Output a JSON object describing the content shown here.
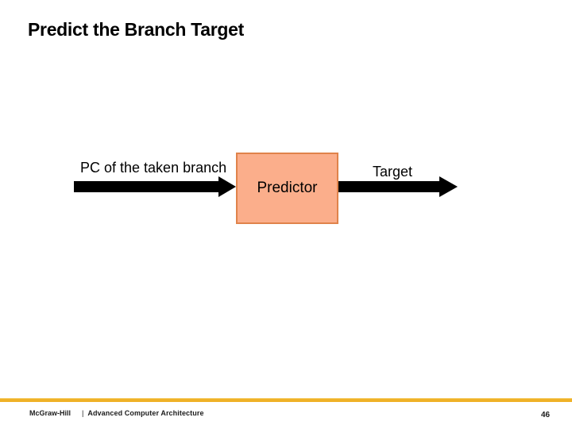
{
  "slide": {
    "title": "Predict the Branch Target",
    "diagram": {
      "input_label": "PC of the taken branch",
      "box_label": "Predictor",
      "output_label": "Target",
      "input_arrow_icon": "right-arrow-icon",
      "output_arrow_icon": "right-arrow-icon"
    },
    "footer": {
      "brand": "McGraw-Hill",
      "separator": "|",
      "course": "Advanced Computer Architecture",
      "page_number": "46"
    },
    "colors": {
      "background": "#FFFFFF",
      "title_text": "#000000",
      "box_fill": "#FBAE8B",
      "box_border": "#E0834B",
      "arrow": "#000000",
      "accent_bar": "#EFB127",
      "accent_bar_light": "#F6CF6F",
      "footer_text": "#1C1C1C"
    }
  }
}
